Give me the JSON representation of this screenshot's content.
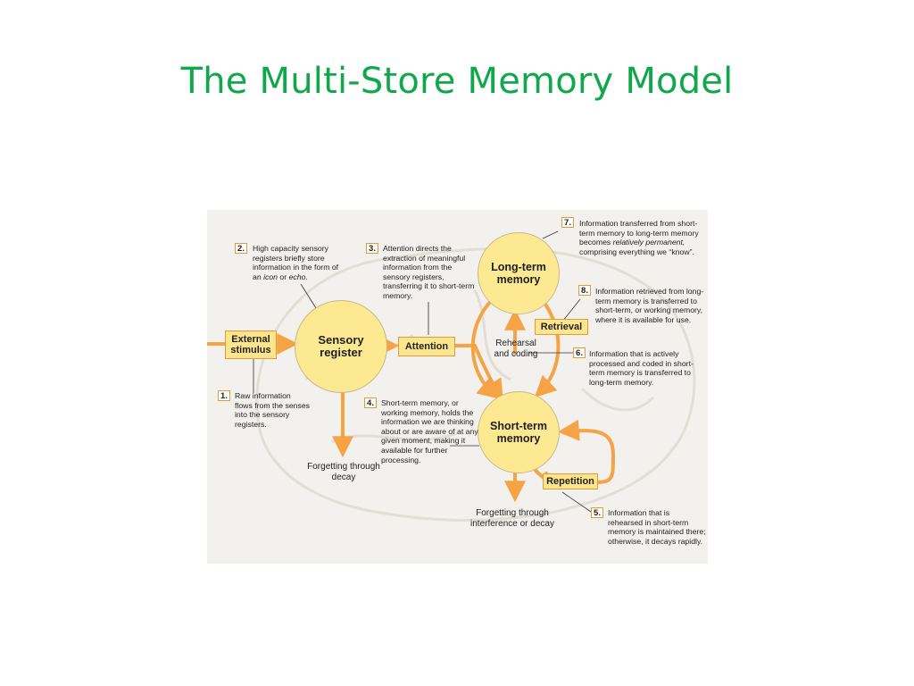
{
  "slide": {
    "title": "The Multi-Store Memory Model"
  },
  "diagram": {
    "colors": {
      "arrow": "#f5a344",
      "circle_fill": "#fde992",
      "box_fill": "#fde58d",
      "box_border": "#e39a37",
      "title": "#10a84a",
      "background": "#f3f1ed"
    },
    "nodes": {
      "external_stimulus": "External stimulus",
      "sensory_register": "Sensory register",
      "attention": "Attention",
      "long_term_memory": "Long-term memory",
      "short_term_memory": "Short-term memory",
      "retrieval": "Retrieval",
      "repetition": "Repetition"
    },
    "labels": {
      "rehearsal_coding": "Rehearsal and coding",
      "forgetting_decay": "Forgetting through decay",
      "forgetting_interference": "Forgetting through interference or decay"
    },
    "notes": [
      {
        "number": "1.",
        "text": "Raw information flows from the senses into the sensory registers."
      },
      {
        "number": "2.",
        "text_before": "High capacity sensory registers briefly store information in the form of an ",
        "em1": "icon",
        "mid": " or ",
        "em2": "echo",
        "after": "."
      },
      {
        "number": "3.",
        "text": "Attention directs the extraction of meaningful information from the sensory registers, transferring it to short-term memory."
      },
      {
        "number": "4.",
        "text": "Short-term memory, or working memory, holds the information we are thinking about or are aware of at any given moment, making it available for further processing."
      },
      {
        "number": "5.",
        "text": "Information that is rehearsed in short-term memory is maintained there; otherwise, it decays rapidly."
      },
      {
        "number": "6.",
        "text": "Information that is actively processed and coded in short-term memory is transferred to long-term memory."
      },
      {
        "number": "7.",
        "text_before": "Information transferred from short-term memory to long-term memory becomes ",
        "em1": "relatively permanent,",
        "after": " comprising everything we “know”."
      },
      {
        "number": "8.",
        "text": "Information retrieved from long-term memory is transferred to short-term, or working memory, where it is available for use."
      }
    ]
  }
}
